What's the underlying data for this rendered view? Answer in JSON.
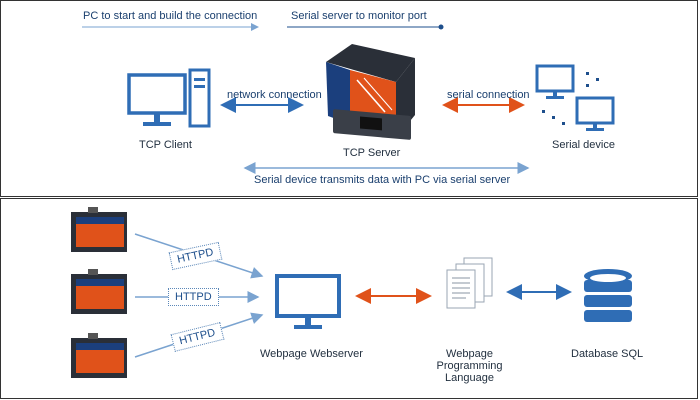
{
  "top": {
    "caption_left": "PC to start and build the connection",
    "caption_right": "Serial server to monitor port",
    "network_connection": "network connection",
    "serial_connection": "serial connection",
    "tcp_client": "TCP Client",
    "tcp_server": "TCP Server",
    "serial_device": "Serial device",
    "bottom_caption": "Serial device transmits data with PC via serial server"
  },
  "bottom": {
    "httpd_labels": [
      "HTTPD",
      "HTTPD",
      "HTTPD"
    ],
    "webserver": "Webpage Webserver",
    "programming_language": "Webpage Programming\nLanguage",
    "database": "Database SQL"
  },
  "colors": {
    "blue": "#2f6db5",
    "orange": "#e0521a",
    "text": "#1a3f6e"
  },
  "icons": [
    "monitor-icon",
    "tower-icon",
    "serial-server-device",
    "documents-icon",
    "database-icon"
  ]
}
